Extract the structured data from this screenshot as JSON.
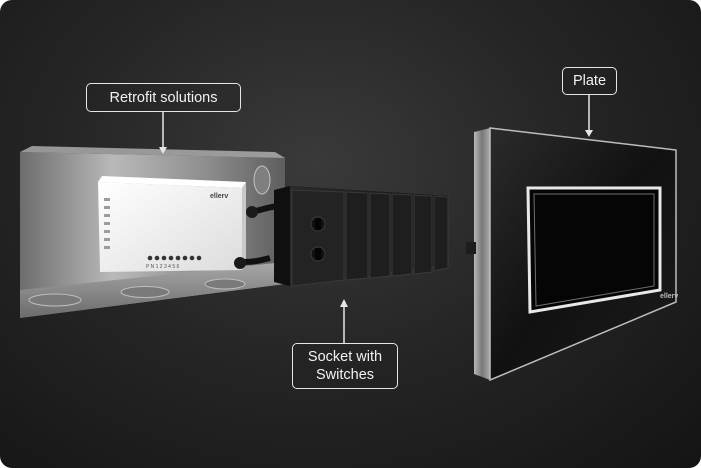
{
  "labels": {
    "retrofit": "Retrofit solutions",
    "plate": "Plate",
    "socket_line1": "Socket with",
    "socket_line2": "Switches"
  },
  "brand": {
    "module_logo": "ellerv",
    "plate_logo": "ellerv"
  },
  "module_terminals": "P N 1 2 3 4 5 6",
  "colors": {
    "background": "#262626",
    "callout_border": "#e6e6e6",
    "callout_text": "#f2f2f2",
    "metal_box": "#9a9a9a",
    "module_body": "#f4f4f4",
    "socket_body": "#1f1f1f",
    "plate_body": "#161616",
    "plate_trim": "#d9d9d9"
  }
}
